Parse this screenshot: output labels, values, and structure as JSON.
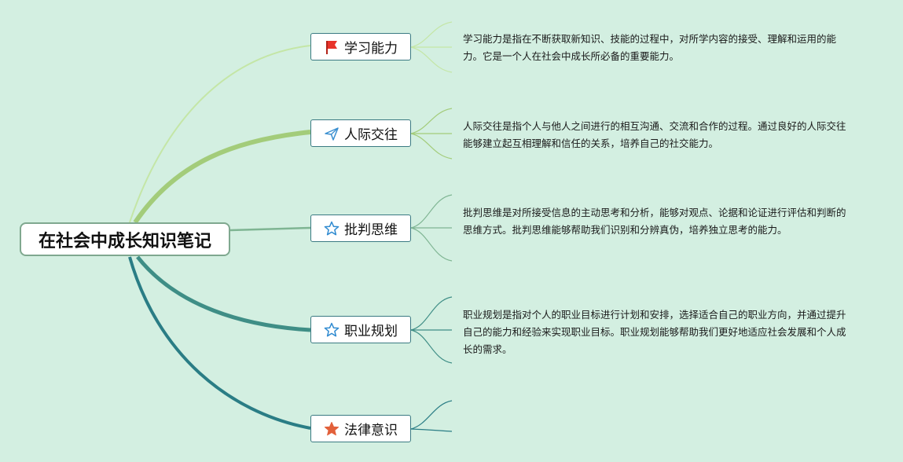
{
  "root": {
    "title": "在社会中成长知识笔记"
  },
  "branches": [
    {
      "label": "学习能力",
      "icon": "red-flag-icon",
      "note": "学习能力是指在不断获取新知识、技能的过程中，对所学内容的接受、理解和运用的能力。它是一个人在社会中成长所必备的重要能力。"
    },
    {
      "label": "人际交往",
      "icon": "paper-plane-icon",
      "note": "人际交往是指个人与他人之间进行的相互沟通、交流和合作的过程。通过良好的人际交往能够建立起互相理解和信任的关系，培养自己的社交能力。"
    },
    {
      "label": "批判思维",
      "icon": "star-outline-icon",
      "note": "批判思维是对所接受信息的主动思考和分析，能够对观点、论据和论证进行评估和判断的思维方式。批判思维能够帮助我们识别和分辨真伪，培养独立思考的能力。"
    },
    {
      "label": "职业规划",
      "icon": "star-outline-icon",
      "note": "职业规划是指对个人的职业目标进行计划和安排，选择适合自己的职业方向，并通过提升自己的能力和经验来实现职业目标。职业规划能够帮助我们更好地适应社会发展和个人成长的需求。"
    },
    {
      "label": "法律意识",
      "icon": "star-filled-icon",
      "note": ""
    }
  ],
  "colors": {
    "background": "#d3efe1",
    "branch_1": "#c4e6a6",
    "branch_2": "#a3cc7a",
    "branch_3": "#7fb593",
    "branch_4": "#3f8e86",
    "branch_5": "#2a7d85",
    "flag": "#e8332a",
    "plane": "#3a8fd0",
    "star_outline": "#2f8ad0",
    "star_filled": "#e2603a"
  }
}
